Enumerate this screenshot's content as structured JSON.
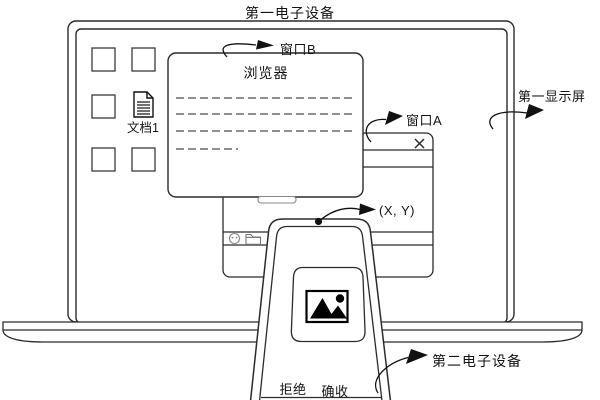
{
  "figure": {
    "labels": {
      "first_device": "第一电子设备",
      "window_b": "窗口B",
      "browser_title": "浏览器",
      "window_a": "窗口A",
      "first_display": "第一显示屏",
      "document1": "文档1",
      "touch_point": "(X, Y)",
      "second_device": "第二电子设备",
      "reject_button": "拒绝",
      "accept_button": "确收"
    },
    "icons": {
      "close": "close-icon",
      "document": "document-icon",
      "folder": "folder-icon",
      "face": "smiley-icon",
      "image": "image-icon",
      "point": "touch-point-dot"
    },
    "colors": {
      "line": "#2b2b2b",
      "light_line": "#8a8a8a",
      "ink": "#111111",
      "fill": "#ffffff"
    }
  }
}
